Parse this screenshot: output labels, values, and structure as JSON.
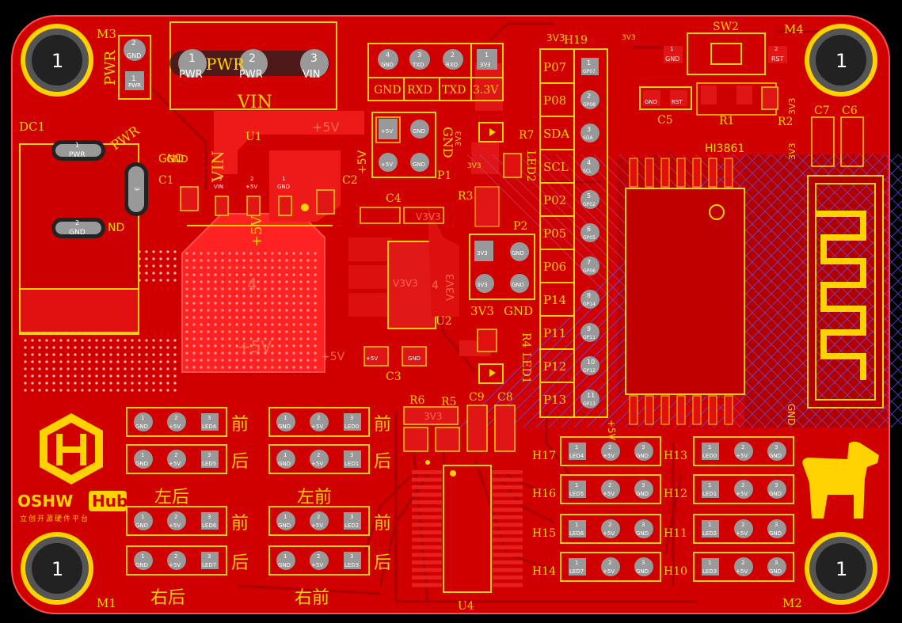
{
  "board": {
    "colors": {
      "board": "#d00000",
      "copper": "#e01010",
      "trace": "#c00000",
      "silk": "#ffd200",
      "pad": "#9a9a9a",
      "hole": "#222222",
      "background": "#000000",
      "bright_trace": "#ff2a2a"
    }
  },
  "mounting_holes": [
    {
      "ref": "M3",
      "num": "1"
    },
    {
      "ref": "M4",
      "num": "1"
    },
    {
      "ref": "M1",
      "num": "1"
    },
    {
      "ref": "M2",
      "num": "1"
    }
  ],
  "labels": {
    "pwr_header": {
      "ref": "PWR",
      "pin1": "PWR",
      "pin2": "GND",
      "n1": "1",
      "n2": "2"
    },
    "vin_header": {
      "p1": "PWR",
      "p2": "PWR",
      "p3": "VIN",
      "n1": "1",
      "n2": "2",
      "n3": "3",
      "silk1": "PWR",
      "silk2": "PWR",
      "silk3": "VIN"
    },
    "dc1": {
      "ref": "DC1",
      "p1": "PWR",
      "p2": "GND",
      "p3": "",
      "n1": "1",
      "n2": "2",
      "n3": "3",
      "silk_gnd1": "GND",
      "silk_gnd2": "ND",
      "silk_pwr": "PWR"
    },
    "uart": {
      "names": [
        "GND",
        "RXD",
        "TXD",
        "3.3V"
      ],
      "nums": [
        "4",
        "3",
        "2",
        "1"
      ],
      "pads": [
        "GND",
        "TXD",
        "RXD",
        "3V3"
      ]
    },
    "u1": {
      "ref": "U1",
      "pins": [
        "VIN",
        "+5V",
        "GND"
      ],
      "nums": [
        "3",
        "2",
        "1"
      ],
      "silk_vin": "VIN",
      "silk_vin2": "VIN",
      "silk_plus5": "+5V",
      "copper_4": "4",
      "copper_5v": "+5V",
      "copper_5v2": "+5V",
      "copper_5v3": "+5V"
    },
    "c1": {
      "ref": "C1",
      "gnd": "GND"
    },
    "c2": {
      "ref": "C2"
    },
    "p1": {
      "ref": "P1",
      "gnd": "GND",
      "plus5": "+5V",
      "pads": [
        "+5V",
        "GND",
        "+5V",
        "GND"
      ]
    },
    "c4": {
      "ref": "C4"
    },
    "r3": {
      "ref": "R3"
    },
    "r7": {
      "ref": "R7"
    },
    "led2": {
      "ref": "LED2"
    },
    "u2": {
      "ref": "U2",
      "v3": "V3V3",
      "n4": "4",
      "v3b": "V3V3",
      "v3c": "V3V3"
    },
    "p2": {
      "ref": "P2",
      "gnd": "GND",
      "v33": "3V3",
      "pads": [
        "3V3",
        "GND",
        "3V3",
        "GND"
      ]
    },
    "c3": {
      "ref": "C3",
      "p": "+5V",
      "gnd": "GND"
    },
    "r4": {
      "ref": "R4"
    },
    "led1": {
      "ref": "LED1"
    },
    "r6": {
      "ref": "R6",
      "v": "3V3"
    },
    "r5": {
      "ref": "R5"
    },
    "c9": {
      "ref": "C9"
    },
    "c8": {
      "ref": "C8"
    },
    "u4": {
      "ref": "U4"
    },
    "h19": {
      "ref": "H19",
      "v33": "3V3",
      "rows": [
        {
          "silk": "P07",
          "pad": "GP07",
          "num": "1"
        },
        {
          "silk": "P08",
          "pad": "GP08",
          "num": "2"
        },
        {
          "silk": "SDA",
          "pad": "SDA",
          "num": "3"
        },
        {
          "silk": "SCL",
          "pad": "SCL",
          "num": "4"
        },
        {
          "silk": "P02",
          "pad": "GP02",
          "num": "5"
        },
        {
          "silk": "P05",
          "pad": "GP05",
          "num": "6"
        },
        {
          "silk": "P06",
          "pad": "GP06",
          "num": "7"
        },
        {
          "silk": "P14",
          "pad": "GP14",
          "num": "8"
        },
        {
          "silk": "P11",
          "pad": "GP11",
          "num": "9"
        },
        {
          "silk": "P12",
          "pad": "GP12",
          "num": "10"
        },
        {
          "silk": "P13",
          "pad": "GP13",
          "num": "11"
        }
      ]
    },
    "sw2": {
      "ref": "SW2",
      "gnd": "GND",
      "rst": "RST",
      "n1": "1",
      "n2": "2"
    },
    "c5": {
      "ref": "C5",
      "gnd": "GND",
      "rst": "RST"
    },
    "r1": {
      "ref": "R1"
    },
    "r2": {
      "ref": "R2"
    },
    "c7": {
      "ref": "C7"
    },
    "c6": {
      "ref": "C6"
    },
    "hi3861": {
      "ref": "HI3861"
    },
    "v33_labels": [
      "3V3",
      "3V3",
      "3V3",
      "3V3",
      "3V3"
    ],
    "gnd_edge": "GND",
    "plus5_edge": "+5V"
  },
  "led_headers_left": [
    {
      "row": [
        "GND",
        "+5V",
        "LED4"
      ],
      "cn": "前"
    },
    {
      "row": [
        "GND",
        "+5V",
        "LED5"
      ],
      "cn": "后"
    },
    {
      "row": [
        "GND",
        "+5V",
        "LED6"
      ],
      "cn": "前"
    },
    {
      "row": [
        "GND",
        "+5V",
        "LED7"
      ],
      "cn": "后"
    }
  ],
  "led_headers_mid": [
    {
      "row": [
        "GND",
        "+5V",
        "LED0"
      ],
      "cn": "前"
    },
    {
      "row": [
        "GND",
        "+5V",
        "LED1"
      ],
      "cn": "后"
    },
    {
      "row": [
        "GND",
        "+5V",
        "LED2"
      ],
      "cn": "前"
    },
    {
      "row": [
        "GND",
        "+5V",
        "LED3"
      ],
      "cn": "后"
    }
  ],
  "group_labels": {
    "left_top": "左后",
    "mid_top": "左前",
    "left_bottom": "右后",
    "mid_bottom": "右前"
  },
  "right_headers": [
    {
      "ref": "H17",
      "row": [
        "LED4",
        "+5V",
        "GND"
      ]
    },
    {
      "ref": "H16",
      "row": [
        "LED5",
        "+5V",
        "GND"
      ]
    },
    {
      "ref": "H15",
      "row": [
        "LED6",
        "+5V",
        "GND"
      ]
    },
    {
      "ref": "H14",
      "row": [
        "LED7",
        "+5V",
        "GND"
      ]
    }
  ],
  "far_right_headers": [
    {
      "ref": "H13",
      "row": [
        "LED0",
        "+5V",
        "GND"
      ]
    },
    {
      "ref": "H12",
      "row": [
        "LED1",
        "+5V",
        "GND"
      ]
    },
    {
      "ref": "H11",
      "row": [
        "LED2",
        "+5V",
        "GND"
      ]
    },
    {
      "ref": "H10",
      "row": [
        "LED3",
        "+5V",
        "GND"
      ]
    }
  ],
  "header_nums": [
    "1",
    "2",
    "3"
  ],
  "logo": {
    "brand1": "OSHW",
    "brand2": "Hub",
    "tagline": "立创开源硬件平台"
  }
}
